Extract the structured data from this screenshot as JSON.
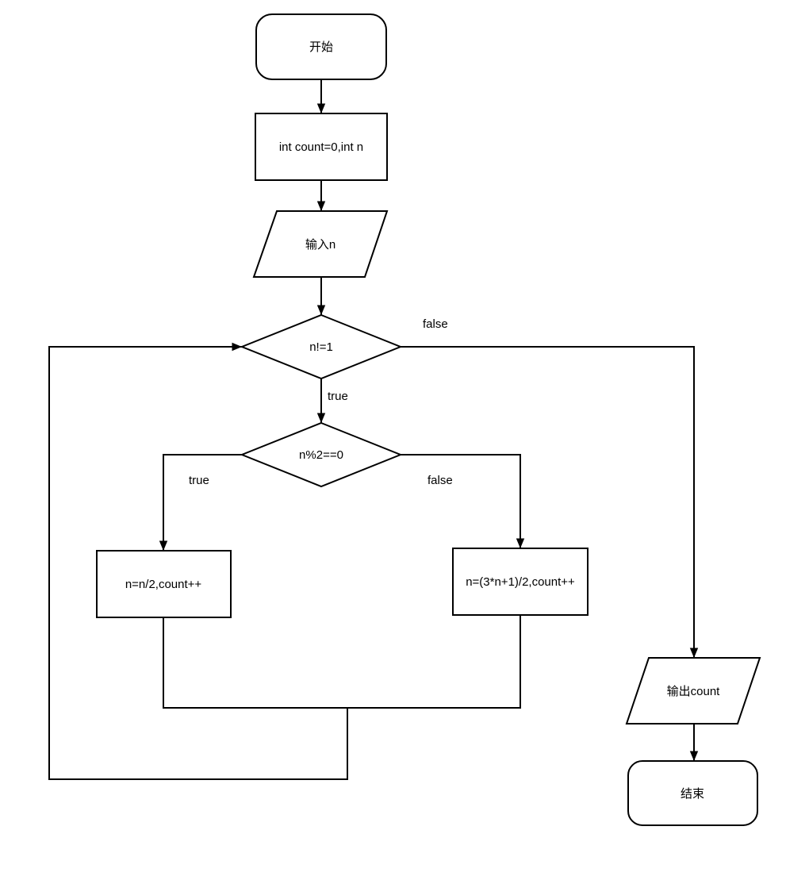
{
  "canvas": {
    "background_color": "#ffffff",
    "stroke_color": "#000000",
    "text_color": "#000000"
  },
  "flowchart": {
    "nodes": {
      "start": {
        "type": "terminator",
        "label": "开始"
      },
      "init": {
        "type": "process",
        "label": "int count=0,int n"
      },
      "input": {
        "type": "input-output",
        "label": "输入n"
      },
      "cond_loop": {
        "type": "decision",
        "label": "n!=1"
      },
      "cond_parity": {
        "type": "decision",
        "label": "n%2==0"
      },
      "even_branch": {
        "type": "process",
        "label": "n=n/2,count++"
      },
      "odd_branch": {
        "type": "process",
        "label": "n=(3*n+1)/2,count++"
      },
      "output": {
        "type": "input-output",
        "label": "输出count"
      },
      "end": {
        "type": "terminator",
        "label": "结束"
      }
    },
    "edge_labels": {
      "loop_true": "true",
      "loop_false": "false",
      "parity_true": "true",
      "parity_false": "false"
    }
  }
}
